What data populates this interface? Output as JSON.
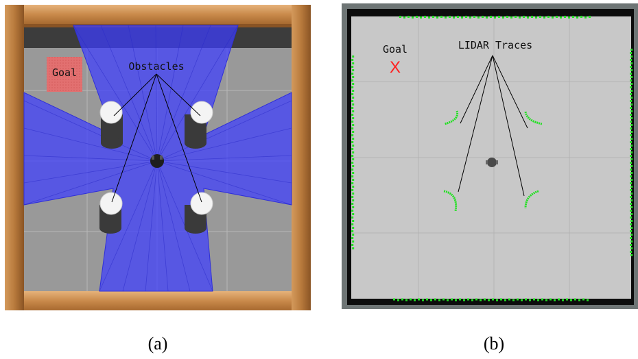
{
  "panel_a": {
    "goal_label": "Goal",
    "obstacles_label": "Obstacles",
    "caption": "(a)"
  },
  "panel_b": {
    "goal_label": "Goal",
    "goal_marker": "X",
    "lidar_label": "LIDAR Traces",
    "caption": "(b)"
  },
  "colors": {
    "wood": "#c98a4b",
    "floor": "#9a9a9a",
    "lidar_fan": "#3d3dff",
    "goal_patch": "#e06a6a",
    "map_bg": "#c8c8c8",
    "trace": "#22e022",
    "goal_x": "#ff2020"
  }
}
